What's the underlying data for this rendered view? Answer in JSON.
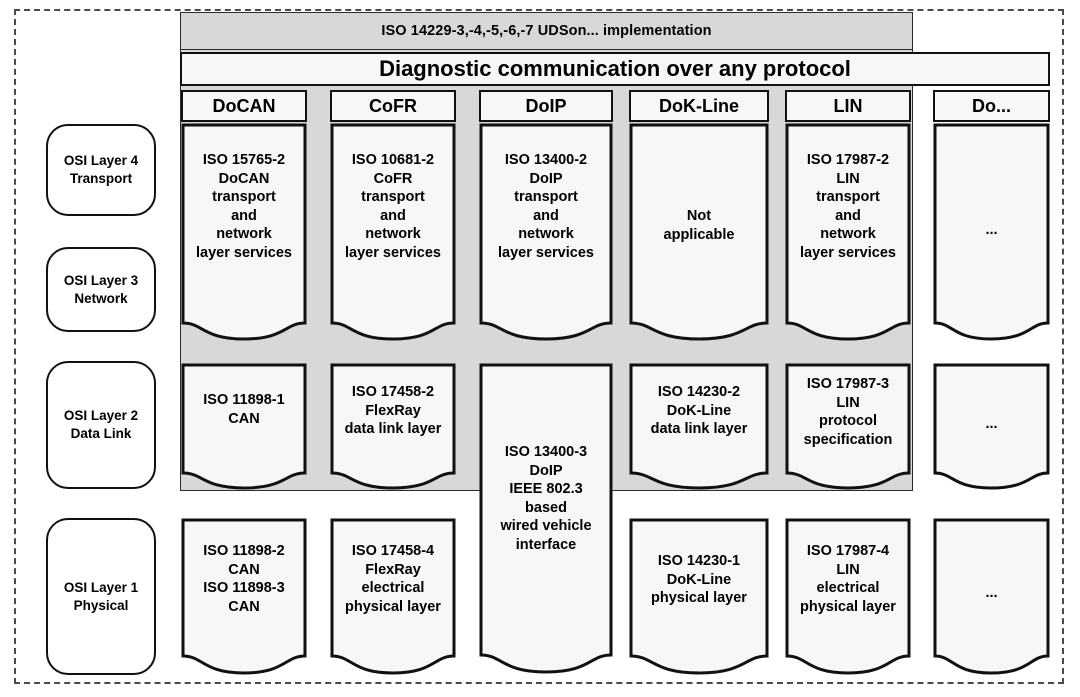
{
  "diagram": {
    "title_band": "ISO 14229-3,-4,-5,-6,-7 UDSon... implementation",
    "subtitle_bar": "Diagnostic communication over any protocol",
    "colors": {
      "grey_zone": "#d8d8d8",
      "cell_fill": "#f6f7f8",
      "stroke": "#111111",
      "frame_dash": "#4a4a4a"
    },
    "osi_layers": [
      {
        "key": "layer4",
        "label": "OSI Layer 4\nTransport"
      },
      {
        "key": "layer3",
        "label": "OSI Layer 3\nNetwork"
      },
      {
        "key": "layer2",
        "label": "OSI Layer 2\nData Link"
      },
      {
        "key": "layer1",
        "label": "OSI Layer 1\nPhysical"
      }
    ],
    "columns": [
      {
        "key": "docan",
        "header": "DoCAN"
      },
      {
        "key": "cofr",
        "header": "CoFR"
      },
      {
        "key": "doip",
        "header": "DoIP"
      },
      {
        "key": "dokline",
        "header": "DoK-Line"
      },
      {
        "key": "lin",
        "header": "LIN"
      },
      {
        "key": "more",
        "header": "Do..."
      }
    ],
    "transport_row": [
      {
        "col": "docan",
        "text": "ISO 15765-2\nDoCAN\ntransport\nand\nnetwork\nlayer services"
      },
      {
        "col": "cofr",
        "text": "ISO 10681-2\nCoFR\ntransport\nand\nnetwork\nlayer services"
      },
      {
        "col": "doip",
        "text": "ISO 13400-2\nDoIP\ntransport\nand\nnetwork\nlayer services"
      },
      {
        "col": "dokline",
        "text": "Not\napplicable"
      },
      {
        "col": "lin",
        "text": "ISO 17987-2\nLIN\ntransport\nand\nnetwork\nlayer services"
      },
      {
        "col": "more",
        "text": "..."
      }
    ],
    "datalink_row": [
      {
        "col": "docan",
        "text": "ISO 11898-1\nCAN"
      },
      {
        "col": "cofr",
        "text": "ISO 17458-2\nFlexRay\ndata link layer"
      },
      {
        "col": "dokline",
        "text": "ISO 14230-2\nDoK-Line\ndata link layer"
      },
      {
        "col": "lin",
        "text": "ISO 17987-3\nLIN\nprotocol\nspecification"
      },
      {
        "col": "more",
        "text": "..."
      }
    ],
    "physical_row": [
      {
        "col": "docan",
        "text": "ISO 11898-2\nCAN\nISO 11898-3\nCAN"
      },
      {
        "col": "cofr",
        "text": "ISO 17458-4\nFlexRay\nelectrical\nphysical layer"
      },
      {
        "col": "dokline",
        "text": "ISO 14230-1\nDoK-Line\nphysical layer"
      },
      {
        "col": "lin",
        "text": "ISO 17987-4\nLIN\nelectrical\nphysical layer"
      },
      {
        "col": "more",
        "text": "..."
      }
    ],
    "doip_span_cell": {
      "col": "doip",
      "text": "ISO 13400-3\nDoIP\nIEEE 802.3\nbased\nwired vehicle\ninterface",
      "spans": [
        "layer2",
        "layer1"
      ]
    }
  }
}
